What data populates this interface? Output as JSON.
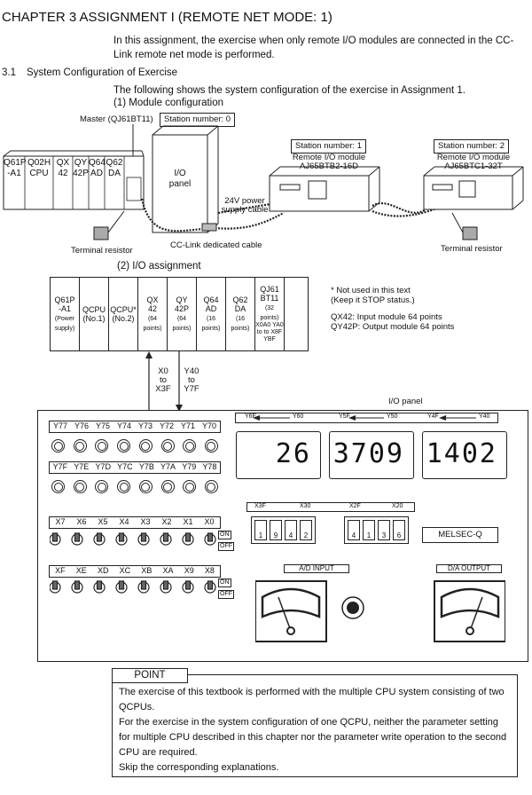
{
  "chapter": {
    "title": "CHAPTER 3    ASSIGNMENT I (REMOTE NET MODE: 1)"
  },
  "intro": "In this assignment, the exercise when only remote I/O modules are connected in the CC-Link remote net mode is performed.",
  "section": {
    "num": "3.1",
    "title": "System Configuration of Exercise"
  },
  "section_intro": "The following shows the system configuration of the exercise in Assignment 1.",
  "sub1": "(1)   Module configuration",
  "master": {
    "label": "Master (QJ61BT11)",
    "station": "Station number: 0"
  },
  "rack_modules": [
    {
      "l1": "Q61P",
      "l2": "-A1"
    },
    {
      "l1": "Q02H",
      "l2": "CPU"
    },
    {
      "l1": "QX",
      "l2": "42"
    },
    {
      "l1": "QY",
      "l2": "42P"
    },
    {
      "l1": "Q64",
      "l2": "AD"
    },
    {
      "l1": "Q62",
      "l2": "DA"
    }
  ],
  "io_panel_box": "I/O\npanel",
  "power_cable": "24V power\nsupply cable",
  "cclink_cable": "CC-Link dedicated cable",
  "terminal_resistor": "Terminal resistor",
  "remote1": {
    "station": "Station number: 1",
    "name": "Remote I/O module",
    "model": "AJ65BTB2-16D"
  },
  "remote2": {
    "station": "Station number: 2",
    "name": "Remote I/O module",
    "model": "AJ65BTC1-32T"
  },
  "sub2": "(2) I/O assignment",
  "io_table": [
    {
      "l1": "Q61P",
      "l2": "-A1",
      "l3": "(Power",
      "l4": "supply)"
    },
    {
      "l1": "QCPU",
      "l2": "(No.1)",
      "l3": "",
      "l4": ""
    },
    {
      "l1": "QCPU*",
      "l2": "(No.2)",
      "l3": "",
      "l4": ""
    },
    {
      "l1": "QX",
      "l2": "42",
      "l3": "(64 points)",
      "l4": ""
    },
    {
      "l1": "QY",
      "l2": "42P",
      "l3": "(64 points)",
      "l4": ""
    },
    {
      "l1": "Q64",
      "l2": "AD",
      "l3": "(16 points)",
      "l4": ""
    },
    {
      "l1": "Q62",
      "l2": "DA",
      "l3": "(16 points)",
      "l4": ""
    },
    {
      "l1": "QJ61",
      "l2": "BT11",
      "l3": "(32 points)",
      "l4": "X0A0 YA0 to to X8F YBF"
    }
  ],
  "notes": {
    "n1": "* Not used in this text",
    "n2": "(Keep it STOP status.)",
    "n3": "QX42: Input module 64 points",
    "n4": "QY42P: Output module 64 points"
  },
  "arrows": {
    "in": "X0\nto\nX3F",
    "out": "Y40\nto\nY7F"
  },
  "panel": {
    "title": "I/O panel",
    "lamp_row1": [
      "Y77",
      "Y76",
      "Y75",
      "Y74",
      "Y73",
      "Y72",
      "Y71",
      "Y70"
    ],
    "lamp_row2": [
      "Y7F",
      "Y7E",
      "Y7D",
      "Y7C",
      "Y7B",
      "Y7A",
      "Y79",
      "Y78"
    ],
    "switch_row1": [
      "X7",
      "X6",
      "X5",
      "X4",
      "X3",
      "X2",
      "X1",
      "X0"
    ],
    "switch_row2": [
      "XF",
      "XE",
      "XD",
      "XC",
      "XB",
      "XA",
      "X9",
      "X8"
    ],
    "on": "ON",
    "off": "OFF",
    "display_ranges": [
      {
        "left": "Y6F",
        "right": "Y60"
      },
      {
        "left": "Y5F",
        "right": "Y50"
      },
      {
        "left": "Y4F",
        "right": "Y40"
      }
    ],
    "displays": [
      "26",
      "3709",
      "1402"
    ],
    "dip_ranges": [
      {
        "left": "X3F",
        "right": "X30"
      },
      {
        "left": "X2F",
        "right": "X20"
      }
    ],
    "dip1": [
      "1",
      "9",
      "4",
      "2"
    ],
    "dip2": [
      "4",
      "1",
      "3",
      "6"
    ],
    "brand": "MELSEC-Q",
    "ad_input": "A/D INPUT",
    "da_output": "D/A OUTPUT"
  },
  "point": {
    "title": "POINT",
    "p1": "The exercise of this textbook is performed with the multiple CPU system consisting of two QCPUs.",
    "p2": "For the exercise in the system configuration of one QCPU, neither the parameter setting for multiple CPU described in this chapter nor the parameter write operation to the second CPU are required.",
    "p3": "Skip the corresponding explanations."
  }
}
